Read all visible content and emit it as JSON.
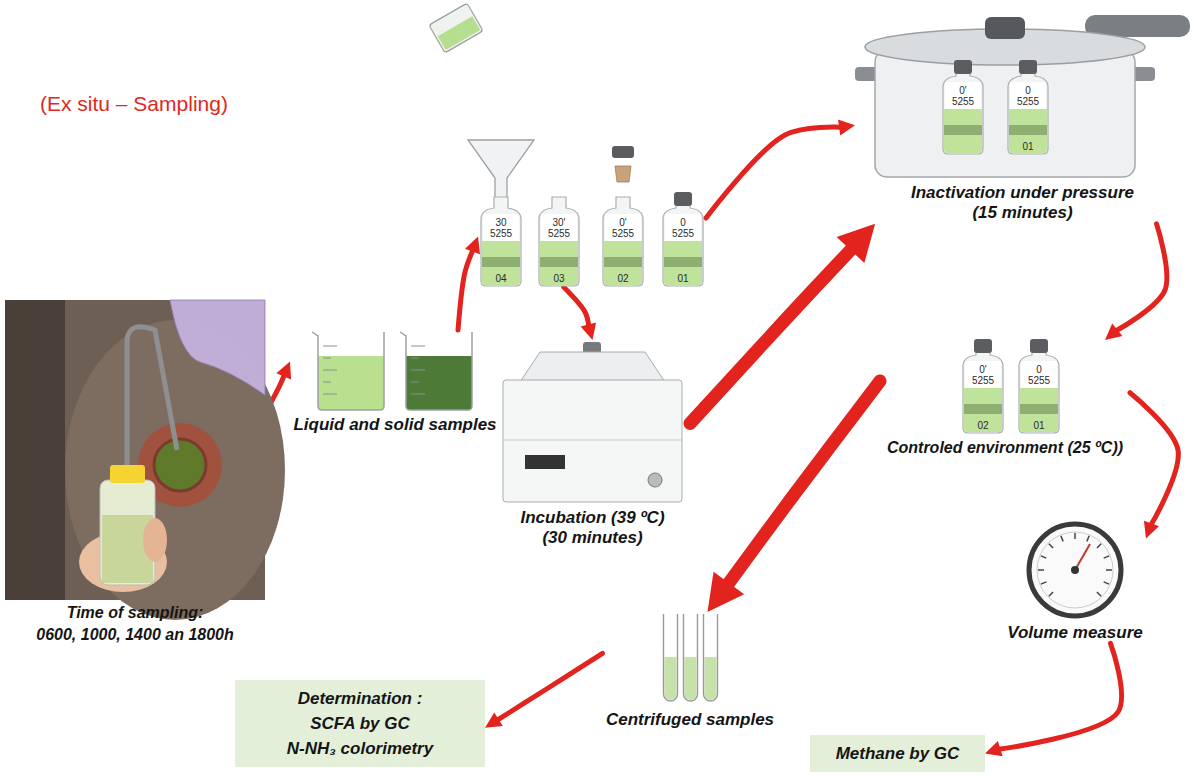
{
  "diagram": {
    "title": "(Ex situ – Sampling)",
    "nodes": [
      {
        "text": [
          "Time of sampling:",
          "0600, 1000, 1400 an 1800h"
        ]
      },
      {
        "text": [
          "Liquid and solid samples"
        ]
      },
      {
        "text": [
          "30",
          "5255",
          "04"
        ]
      },
      {
        "text": [
          "30'",
          "5255",
          "03"
        ]
      },
      {
        "text": [
          "0'",
          "5255",
          "02"
        ]
      },
      {
        "text": [
          "0",
          "5255",
          "01"
        ]
      },
      {
        "text": [
          "Inactivation under pressure (15 minutes)"
        ]
      },
      {
        "text": [
          "0'",
          "5255"
        ],
        "in": 6
      },
      {
        "text": [
          "0",
          "5255",
          "01"
        ],
        "in": 6
      },
      {
        "text": [
          "Incubation (39 ºC) (30 minutes)"
        ]
      },
      {
        "text": [
          "Controled environment (25 ºC))"
        ]
      },
      {
        "text": [
          "0'",
          "5255",
          "02"
        ],
        "in": 10
      },
      {
        "text": [
          "0",
          "5255",
          "01"
        ],
        "in": 10
      },
      {
        "text": [
          "Volume measure"
        ]
      },
      {
        "text": [
          "Centrifuged samples"
        ]
      },
      {
        "text": [
          "Methane by GC"
        ]
      },
      {
        "text": [
          "Determination :",
          "SCFA by GC",
          "N-NH₃ colorimetry"
        ]
      }
    ],
    "edges": [
      {
        "from": 0,
        "to": 1,
        "arrow": "to"
      },
      {
        "from": 1,
        "to": 2,
        "arrow": "to"
      },
      {
        "from": 3,
        "to": 9,
        "arrow": "to"
      },
      {
        "from": 5,
        "to": 6,
        "arrow": "to"
      },
      {
        "from": 9,
        "to": 6,
        "arrow": "to"
      },
      {
        "from": 6,
        "to": 10,
        "arrow": "to"
      },
      {
        "from": 10,
        "to": 13,
        "arrow": "to"
      },
      {
        "from": 13,
        "to": 15,
        "arrow": "to"
      },
      {
        "from": 10,
        "to": 14,
        "arrow": "to"
      },
      {
        "from": 14,
        "to": 16,
        "arrow": "to"
      }
    ]
  }
}
